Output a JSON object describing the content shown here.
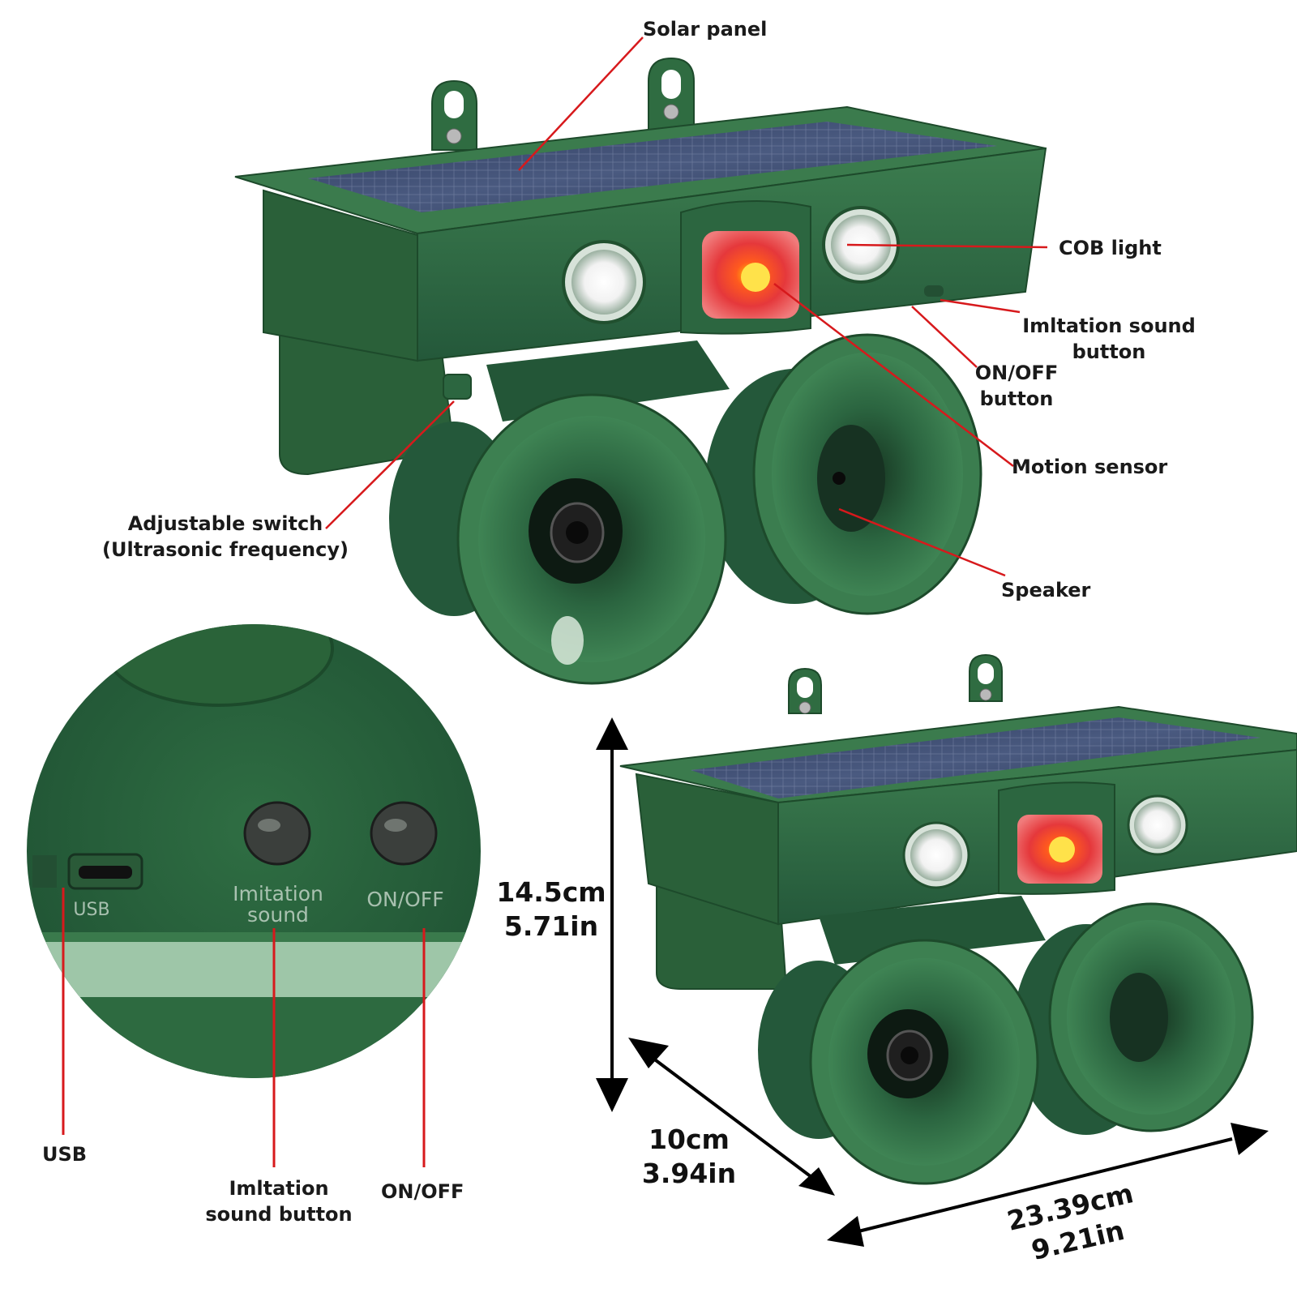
{
  "colors": {
    "body_green": "#2f6c41",
    "dark_green": "#1f4d2d",
    "light_green": "#4a8a5a",
    "callout_red": "#d7191c",
    "dimension_black": "#000000"
  },
  "callouts": {
    "solar_panel": "Solar panel",
    "cob_light": "COB light",
    "imitation_sound_button_line1": "Imltation sound",
    "imitation_sound_button_line2": "button",
    "on_off_button_line1": "ON/OFF",
    "on_off_button_line2": "button",
    "motion_sensor": "Motion sensor",
    "speaker": "Speaker",
    "adjustable_switch_line1": "Adjustable switch",
    "adjustable_switch_line2": "(Ultrasonic frequency)"
  },
  "closeup": {
    "panel_usb": "USB",
    "panel_imitation_line1": "Imitation",
    "panel_imitation_line2": "sound",
    "panel_on_off": "ON/OFF",
    "label_usb": "USB",
    "label_imitation_line1": "Imltation",
    "label_imitation_line2": "sound button",
    "label_on_off": "ON/OFF"
  },
  "dimensions": {
    "height_cm": "14.5cm",
    "height_in": "5.71in",
    "depth_cm": "10cm",
    "depth_in": "3.94in",
    "width_cm": "23.39cm",
    "width_in": "9.21in"
  }
}
